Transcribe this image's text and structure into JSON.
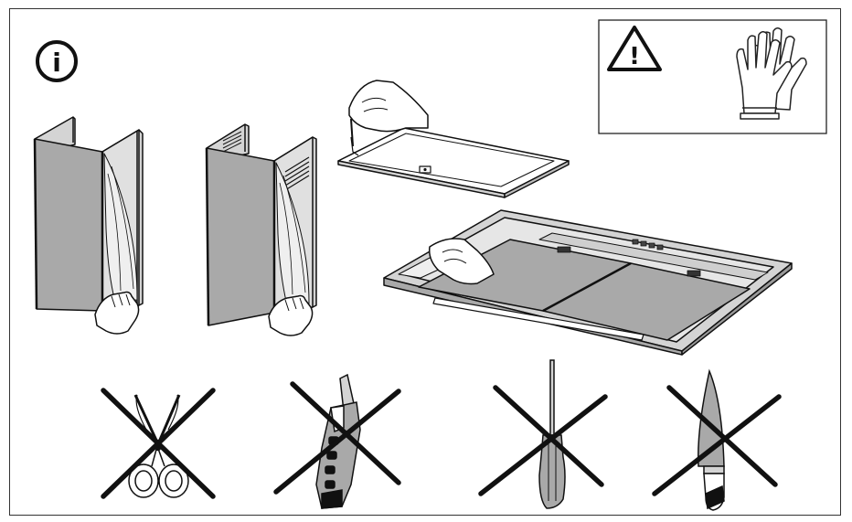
{
  "info_badge": {
    "glyph": "i",
    "icon": "info-icon"
  },
  "safety_box": {
    "warning_glyph": "!",
    "icons": [
      "warning-triangle-icon",
      "protective-gloves-icon"
    ]
  },
  "steps": [
    {
      "name": "remove-film-chimney-plain",
      "icon": "chimney-cover-peel-icon"
    },
    {
      "name": "remove-film-chimney-vented",
      "icon": "vented-chimney-cover-peel-icon"
    },
    {
      "name": "remove-film-glass-panel",
      "icon": "glass-panel-peel-icon"
    },
    {
      "name": "remove-film-hood-body",
      "icon": "hood-body-peel-icon"
    }
  ],
  "prohibited_tools": [
    {
      "tool": "scissors",
      "icon": "scissors-icon",
      "mark": "cross-icon"
    },
    {
      "tool": "utility-knife",
      "icon": "utility-knife-icon",
      "mark": "cross-icon"
    },
    {
      "tool": "screwdriver",
      "icon": "screwdriver-icon",
      "mark": "cross-icon"
    },
    {
      "tool": "kitchen-knife",
      "icon": "kitchen-knife-icon",
      "mark": "cross-icon"
    }
  ],
  "colors": {
    "line": "#1a1a1a",
    "panel_grey": "#a9a9a9",
    "light_grey": "#d4d4d4",
    "film": "#e9e9e9"
  }
}
